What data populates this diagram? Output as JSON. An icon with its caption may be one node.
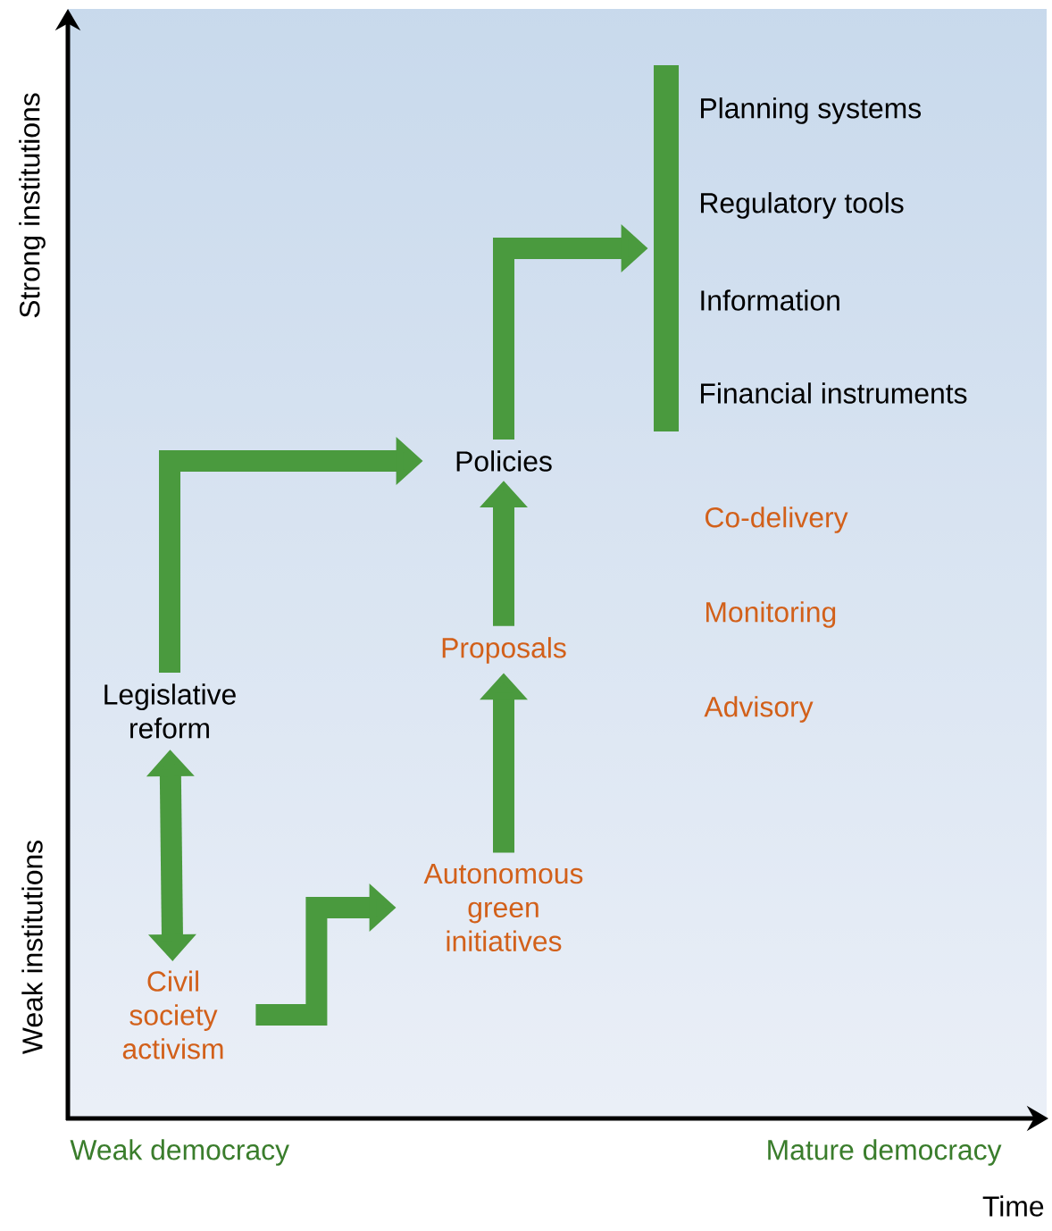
{
  "diagram": {
    "nodes": [
      {
        "text": [
          "Legislative reform"
        ]
      },
      {
        "text": [
          "Civil society activism"
        ]
      },
      {
        "text": [
          "Autonomous green initiatives"
        ]
      },
      {
        "text": [
          "Proposals"
        ]
      },
      {
        "text": [
          "Policies"
        ]
      },
      {
        "text": [],
        "shape": "bar"
      }
    ],
    "edges": [
      {
        "from": 0,
        "to": 1,
        "arrow": "both"
      },
      {
        "from": 1,
        "to": 2,
        "arrow": "to"
      },
      {
        "from": 2,
        "to": 3,
        "arrow": "to"
      },
      {
        "from": 3,
        "to": 4,
        "arrow": "to"
      },
      {
        "from": 0,
        "to": 4,
        "arrow": "to"
      },
      {
        "from": 4,
        "to": 5,
        "arrow": "to"
      }
    ],
    "labels": [
      "Strong institutions",
      "Planning systems",
      "Regulatory tools",
      "Information",
      "Financial instruments",
      "Co-delivery",
      "Monitoring",
      "Advisory",
      "Weak institutions",
      "Weak democracy",
      "Mature democracy",
      "Time"
    ]
  }
}
